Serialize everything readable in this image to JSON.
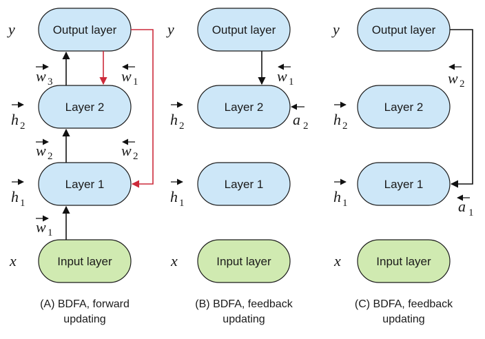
{
  "colors": {
    "layer_fill": "#cde7f8",
    "input_fill": "#d0eab1",
    "stroke": "#1a1a1a",
    "black_arrow": "#111111",
    "red_arrow": "#cc2a3a"
  },
  "panels": [
    {
      "id": "a",
      "nodes": {
        "output": "Output layer",
        "layer2": "Layer 2",
        "layer1": "Layer 1",
        "input": "Input layer"
      },
      "left_labels": {
        "y": "y",
        "h2": "h",
        "h2_sub": "2",
        "h1": "h",
        "h1_sub": "1",
        "x": "x"
      },
      "weights": [
        {
          "key": "w3",
          "base": "w",
          "sub": "3",
          "dir": "forward"
        },
        {
          "key": "w1_back",
          "base": "w",
          "sub": "1",
          "dir": "backward"
        },
        {
          "key": "w2",
          "base": "w",
          "sub": "2",
          "dir": "forward"
        },
        {
          "key": "w2_back",
          "base": "w",
          "sub": "2",
          "dir": "backward"
        },
        {
          "key": "w1",
          "base": "w",
          "sub": "1",
          "dir": "forward"
        }
      ],
      "caption": [
        "(A) BDFA, forward",
        "updating"
      ]
    },
    {
      "id": "b",
      "nodes": {
        "output": "Output layer",
        "layer2": "Layer 2",
        "layer1": "Layer 1",
        "input": "Input layer"
      },
      "left_labels": {
        "y": "y",
        "h2": "h",
        "h2_sub": "2",
        "h1": "h",
        "h1_sub": "1",
        "x": "x"
      },
      "weights": [
        {
          "key": "w1_back",
          "base": "w",
          "sub": "1",
          "dir": "backward"
        },
        {
          "key": "a2_back",
          "base": "a",
          "sub": "2",
          "dir": "backward"
        }
      ],
      "caption": [
        "(B) BDFA, feedback",
        "updating"
      ]
    },
    {
      "id": "c",
      "nodes": {
        "output": "Output layer",
        "layer2": "Layer 2",
        "layer1": "Layer 1",
        "input": "Input layer"
      },
      "left_labels": {
        "y": "y",
        "h2": "h",
        "h2_sub": "2",
        "h1": "h",
        "h1_sub": "1",
        "x": "x"
      },
      "weights": [
        {
          "key": "w2_back",
          "base": "w",
          "sub": "2",
          "dir": "backward"
        },
        {
          "key": "a1_back",
          "base": "a",
          "sub": "1",
          "dir": "backward"
        }
      ],
      "caption": [
        "(C) BDFA, feedback",
        "updating"
      ]
    }
  ]
}
